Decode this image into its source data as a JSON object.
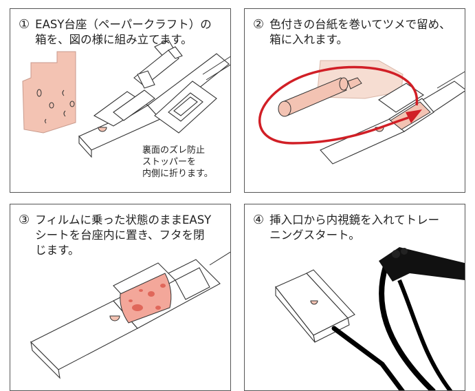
{
  "steps": [
    {
      "number": "①",
      "text": "EASY台座（ペーパークラフト）の\n箱を、図の様に組み立てます。",
      "note": "裏面のズレ防止\nストッパーを\n内側に折ります。"
    },
    {
      "number": "②",
      "text": "色付きの台紙を巻いてツメで留め、\n箱に入れます。"
    },
    {
      "number": "③",
      "text": "フィルムに乗った状態のままEASY\nシートを台座内に置き、フタを閉\nじます。"
    },
    {
      "number": "④",
      "text": "挿入口から内視鏡を入れてトレー\nニングスタート。"
    }
  ],
  "colors": {
    "pink": "#f3c3b3",
    "pink_dark": "#d97b63",
    "red_arrow": "#d11f26",
    "outline": "#333333",
    "tray_red": "#e0675a"
  }
}
